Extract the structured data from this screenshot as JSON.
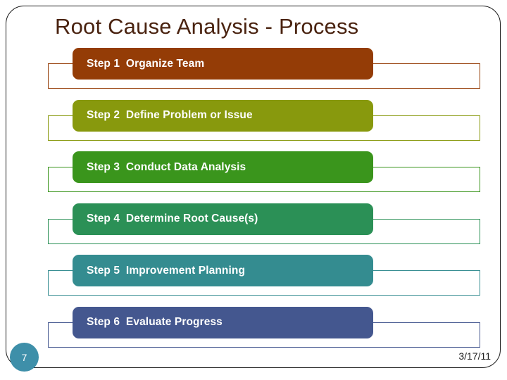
{
  "slide": {
    "title": "Root Cause Analysis - Process",
    "title_color": "#4a2310",
    "page_number": "7",
    "date": "3/17/11",
    "page_badge_color": "#3e8fa9",
    "frame_color": "#1a1a1a"
  },
  "steps": [
    {
      "label": "Step 1  Organize Team",
      "step_name": "Step 1",
      "step_text": "Organize Team",
      "color": "#943c06"
    },
    {
      "label": "Step 2  Define Problem or Issue",
      "step_name": "Step 2",
      "step_text": "Define Problem or Issue",
      "color": "#88990d"
    },
    {
      "label": "Step 3  Conduct Data Analysis",
      "step_name": "Step 3",
      "step_text": "Conduct Data Analysis",
      "color": "#3a951c"
    },
    {
      "label": "Step 4  Determine Root Cause(s)",
      "step_name": "Step 4",
      "step_text": "Determine Root Cause(s)",
      "color": "#2b9056"
    },
    {
      "label": "Step 5  Improvement Planning",
      "step_name": "Step 5",
      "step_text": "Improvement Planning",
      "color": "#348c90"
    },
    {
      "label": "Step 6  Evaluate Progress",
      "step_name": "Step 6",
      "step_text": "Evaluate Progress",
      "color": "#44578f"
    }
  ]
}
